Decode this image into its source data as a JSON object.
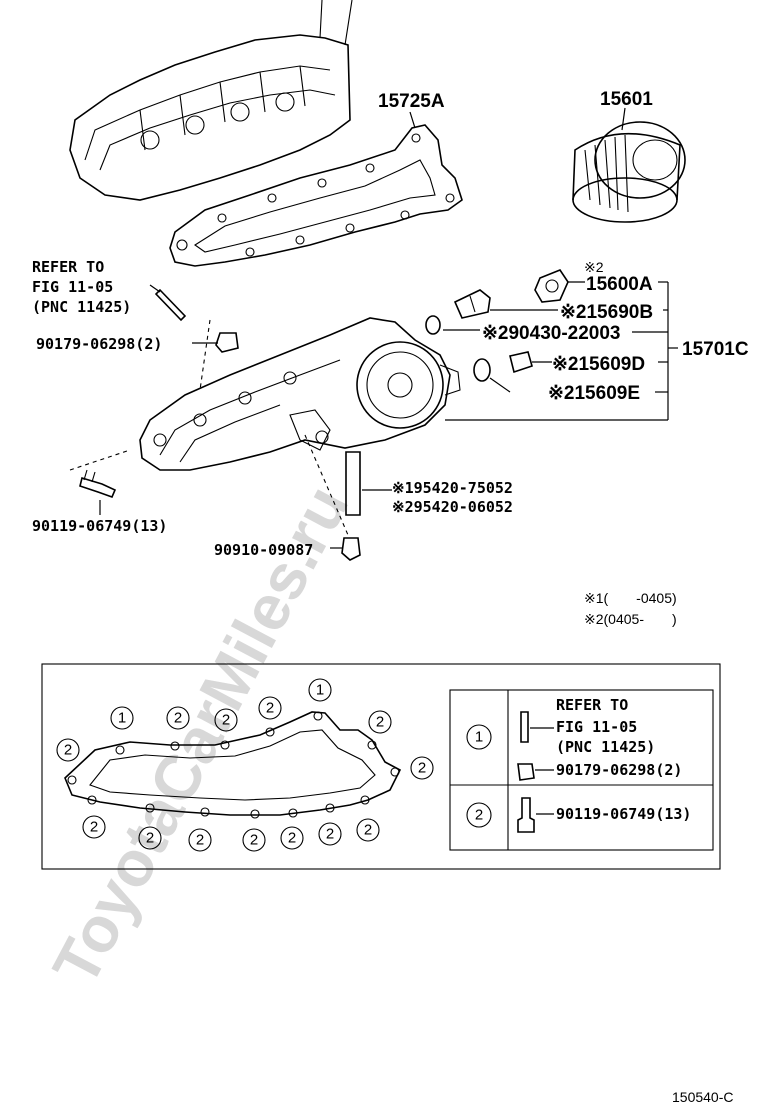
{
  "watermark": "ToyotaCarMiles.ru",
  "diagram_id": "150540-C",
  "parts": {
    "gasket_upper": "15725A",
    "oil_filter": "15601",
    "oil_cooler_assy": "15701C",
    "note2_15600a": "※2",
    "p15600a": "15600A",
    "p15690b": "※215690B",
    "p90430": "※290430-22003",
    "p15609d": "※215609D",
    "p15609e": "※215609E",
    "pipe1": "※195420-75052",
    "pipe2": "※295420-06052",
    "drain_plug": "90910-09087",
    "stud_nut": "90179-06298(2)",
    "bolt": "90119-06749(13)"
  },
  "refer": {
    "line1": "REFER TO",
    "line2": "FIG 11-05",
    "line3": "(PNC 11425)"
  },
  "notes": {
    "n1": "※1(　　-0405)",
    "n2": "※2(0405-　　)"
  },
  "legend": {
    "row1_key": "1",
    "row1_refer1": "REFER TO",
    "row1_refer2": "FIG 11-05",
    "row1_refer3": "(PNC 11425)",
    "row1_part": "90179-06298(2)",
    "row2_key": "2",
    "row2_part": "90119-06749(13)"
  },
  "gasket_markers": [
    "1",
    "2",
    "2",
    "2",
    "1",
    "2",
    "2",
    "2",
    "2",
    "2",
    "2",
    "2",
    "2",
    "2",
    "2"
  ]
}
